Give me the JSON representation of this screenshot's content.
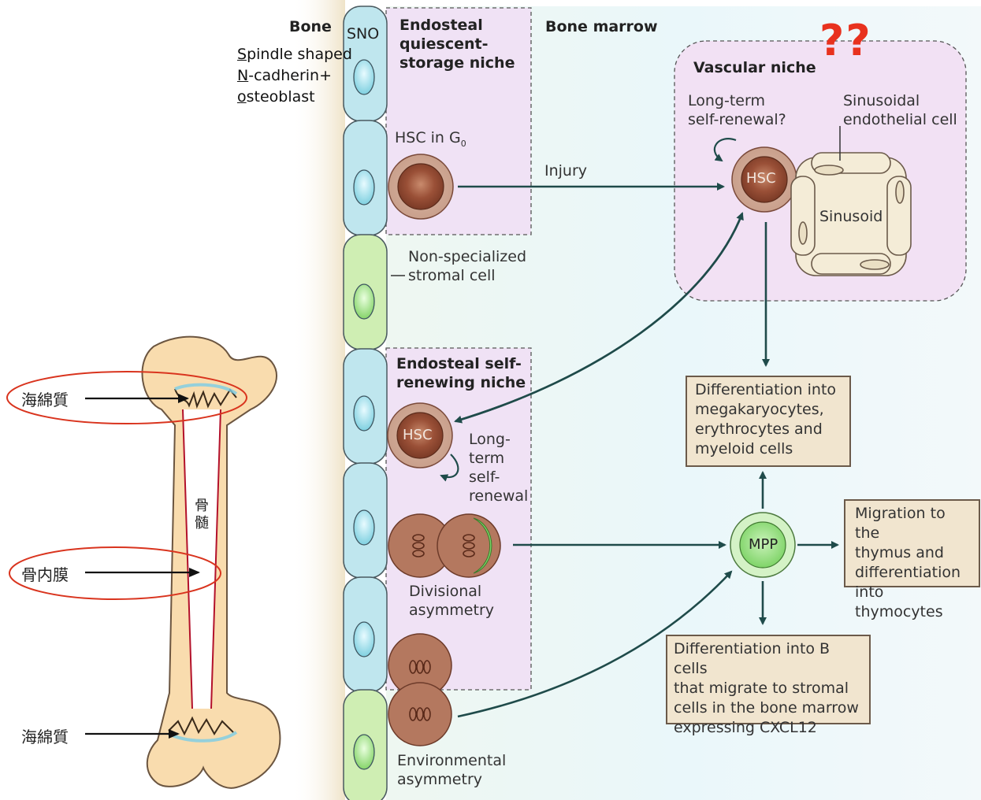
{
  "labels": {
    "bone": "Bone",
    "sno": "SNO",
    "sno_line1_first": "S",
    "sno_line1_rest": "pindle shaped",
    "sno_line2_first": "N",
    "sno_line2_rest": "-cadherin+",
    "sno_line3_first": "o",
    "sno_line3_rest": "steoblast",
    "endosteal_quiescent": [
      "Endosteal",
      "quiescent-",
      "storage niche"
    ],
    "bone_marrow": "Bone marrow",
    "question_marks": "??",
    "vascular_niche": "Vascular niche",
    "long_term_q": [
      "Long-term",
      "self-renewal?"
    ],
    "sinusoidal": [
      "Sinusoidal",
      "endothelial cell"
    ],
    "hsc_g0": "HSC in G",
    "hsc_g0_sub": "0",
    "injury": "Injury",
    "hsc_vascular": "HSC",
    "sinusoid": "Sinusoid",
    "non_specialized": [
      "Non-specialized",
      "stromal cell"
    ],
    "endosteal_self": [
      "Endosteal self-",
      "renewing niche"
    ],
    "hsc_endosteal": "HSC",
    "long_term_sr": [
      "Long-",
      "term",
      "self-",
      "renewal"
    ],
    "divisional": [
      "Divisional",
      "asymmetry"
    ],
    "environmental": [
      "Environmental",
      "asymmetry"
    ],
    "mpp": "MPP",
    "box_megakaryocytes": [
      "Differentiation into",
      "megakaryocytes,",
      "erythrocytes and",
      "myeloid cells"
    ],
    "box_thymus": [
      "Migration to the",
      "thymus and",
      "differentiation",
      "into thymocytes"
    ],
    "box_bcells": [
      "Differentiation into B cells",
      "that migrate to stromal",
      "cells in the bone marrow",
      "expressing CXCL12"
    ],
    "cjk_top": "海綿質",
    "cjk_mid": "骨内膜",
    "cjk_bottom": "海綿質",
    "cjk_marrow": [
      "骨",
      "髄"
    ]
  },
  "colors": {
    "arrow": "#1f4b4a",
    "red_ring": "#d9341e",
    "question": "#e8321e",
    "bone_fill": "#f9dcae",
    "osteoblast": "#bfe6ee",
    "stromal": "#cfeeb3",
    "hsc": "#8a4a35",
    "mpp": "#8fdc7c"
  }
}
